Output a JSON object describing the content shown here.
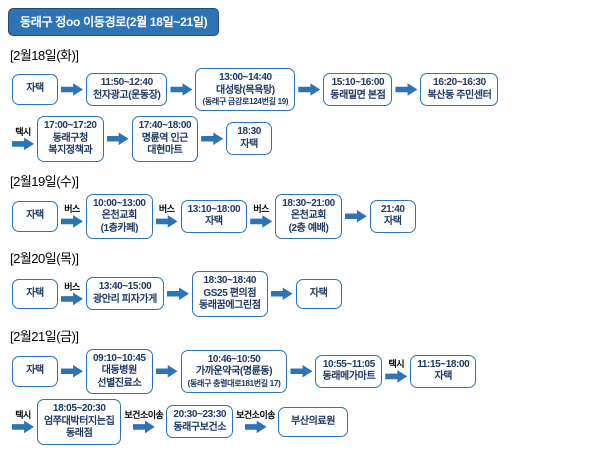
{
  "title": "동래구 정oo 이동경로(2월 18일~21일)",
  "colors": {
    "accent_blue": "#2e74b5",
    "box_text_navy": "#1f3864",
    "title_text": "#ffffff",
    "label_black": "#000000"
  },
  "sections": [
    {
      "header": "[2월18일(화)]",
      "rows": [
        {
          "items": [
            {
              "type": "box",
              "lines": [
                "자택"
              ]
            },
            {
              "type": "arrow",
              "label": ""
            },
            {
              "type": "box",
              "lines": [
                "11:50~12:40",
                "천자광고(운동장)"
              ]
            },
            {
              "type": "arrow",
              "label": ""
            },
            {
              "type": "box",
              "lines": [
                "13:00~14:40",
                "대성탕(목욕탕)",
                "(동래구 금강로124번길 19)"
              ]
            },
            {
              "type": "arrow",
              "label": ""
            },
            {
              "type": "box",
              "lines": [
                "15:10~16:00",
                "동래밀면 본점"
              ]
            },
            {
              "type": "arrow",
              "label": ""
            },
            {
              "type": "box",
              "lines": [
                "16:20~16:30",
                "복산동 주민센터"
              ]
            }
          ]
        },
        {
          "items": [
            {
              "type": "arrow",
              "label": "택시"
            },
            {
              "type": "box",
              "lines": [
                "17:00~17:20",
                "동래구청",
                "복지정책과"
              ]
            },
            {
              "type": "arrow",
              "label": ""
            },
            {
              "type": "box",
              "lines": [
                "17:40~18:00",
                "명륜역 인근",
                "대현마트"
              ]
            },
            {
              "type": "arrow",
              "label": ""
            },
            {
              "type": "box",
              "lines": [
                "18:30",
                "자택"
              ]
            }
          ]
        }
      ]
    },
    {
      "header": "[2월19일(수)]",
      "rows": [
        {
          "items": [
            {
              "type": "box",
              "lines": [
                "자택"
              ]
            },
            {
              "type": "arrow",
              "label": "버스"
            },
            {
              "type": "box",
              "lines": [
                "10:00~13:00",
                "온천교회",
                "(1층카페)"
              ]
            },
            {
              "type": "arrow",
              "label": "버스"
            },
            {
              "type": "box",
              "lines": [
                "13:10~18:00",
                "자택"
              ]
            },
            {
              "type": "arrow",
              "label": "버스"
            },
            {
              "type": "box",
              "lines": [
                "18:30~21:00",
                "온천교회",
                "(2층 예배)"
              ]
            },
            {
              "type": "arrow",
              "label": ""
            },
            {
              "type": "box",
              "lines": [
                "21:40",
                "자택"
              ]
            }
          ]
        }
      ]
    },
    {
      "header": "[2월20일(목)]",
      "rows": [
        {
          "items": [
            {
              "type": "box",
              "lines": [
                "자택"
              ]
            },
            {
              "type": "arrow",
              "label": "버스"
            },
            {
              "type": "box",
              "lines": [
                "13:40~15:00",
                "광안리 피자가게"
              ]
            },
            {
              "type": "arrow",
              "label": ""
            },
            {
              "type": "box",
              "lines": [
                "18:30~18:40",
                "GS25 편의점",
                "동래꿈에그린점"
              ]
            },
            {
              "type": "arrow",
              "label": ""
            },
            {
              "type": "box",
              "lines": [
                "자택"
              ]
            }
          ]
        }
      ]
    },
    {
      "header": "[2월21일(금)]",
      "rows": [
        {
          "items": [
            {
              "type": "box",
              "lines": [
                "자택"
              ]
            },
            {
              "type": "arrow",
              "label": ""
            },
            {
              "type": "box",
              "lines": [
                "09:10~10:45",
                "대동병원",
                "선별진료소"
              ]
            },
            {
              "type": "arrow",
              "label": ""
            },
            {
              "type": "box",
              "lines": [
                "10:46~10:50",
                "가까운약국(명륜동)",
                "(동래구 충렬대로181번길 17)"
              ]
            },
            {
              "type": "arrow",
              "label": ""
            },
            {
              "type": "box",
              "lines": [
                "10:55~11:05",
                "동래메가마트"
              ]
            },
            {
              "type": "arrow",
              "label": "택시"
            },
            {
              "type": "box",
              "lines": [
                "11:15~18:00",
                "자택"
              ]
            }
          ]
        },
        {
          "items": [
            {
              "type": "arrow",
              "label": "택시"
            },
            {
              "type": "box",
              "lines": [
                "18:05~20:30",
                "엄쭈대박터지는집",
                "동래점"
              ]
            },
            {
              "type": "arrow",
              "label": "보건소이송"
            },
            {
              "type": "box",
              "lines": [
                "20:30~23:30",
                "동래구보건소"
              ]
            },
            {
              "type": "arrow",
              "label": "보건소이송"
            },
            {
              "type": "box",
              "lines": [
                "부산의료원"
              ]
            }
          ]
        }
      ]
    }
  ]
}
